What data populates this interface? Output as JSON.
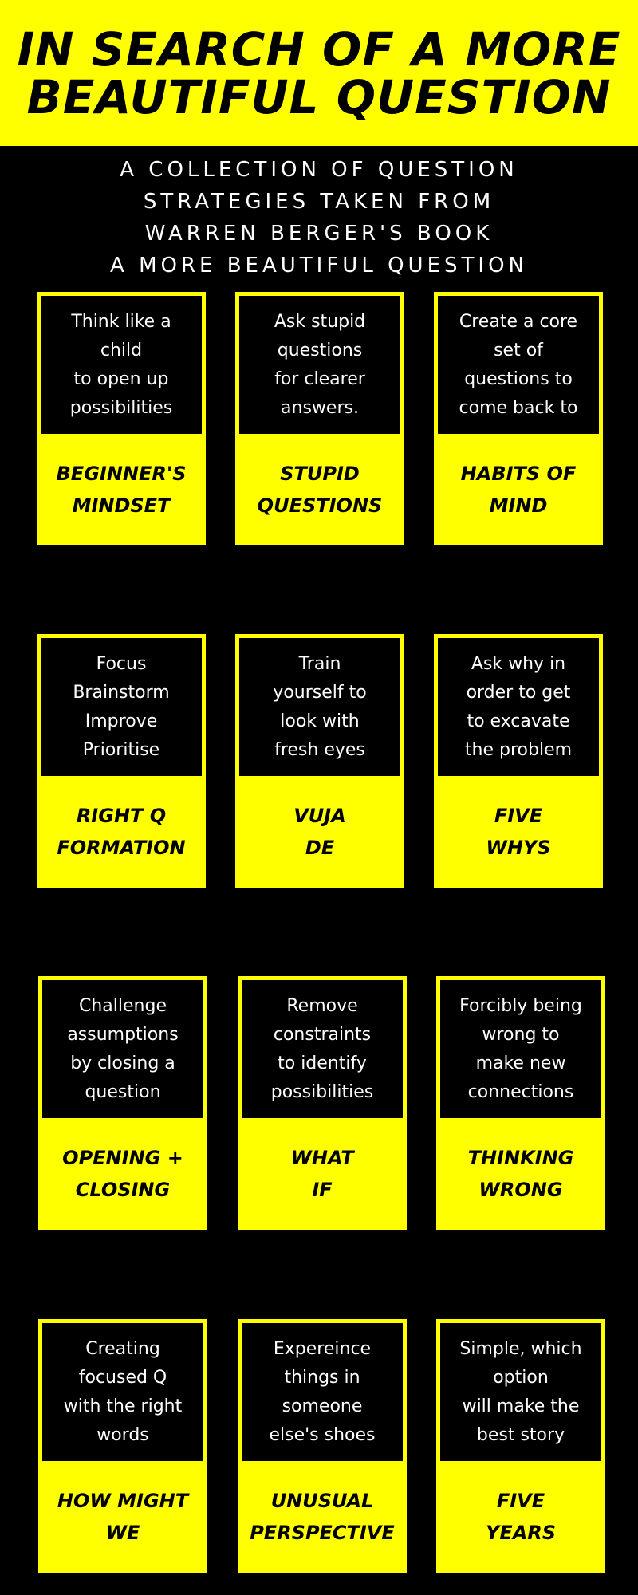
{
  "colors": {
    "accent": "#FFFF00",
    "background": "#000000",
    "text_light": "#FFFFFF"
  },
  "header": {
    "title_line1": "IN SEARCH OF A MORE",
    "title_line2": "BEAUTIFUL QUESTION"
  },
  "subtitle": {
    "line1": "A COLLECTION OF QUESTION",
    "line2": "STRATEGIES TAKEN FROM",
    "line3": "WARREN BERGER'S BOOK",
    "line4": "A MORE BEAUTIFUL QUESTION"
  },
  "cards": [
    {
      "desc": [
        "Think like a",
        "child",
        "to open up",
        "possibilities"
      ],
      "label": [
        "BEGINNER'S",
        "MINDSET"
      ]
    },
    {
      "desc": [
        "Ask stupid",
        "questions",
        "for clearer",
        "answers."
      ],
      "label": [
        "STUPID",
        "QUESTIONS"
      ]
    },
    {
      "desc": [
        "Create a core",
        "set of",
        "questions to",
        "come back to"
      ],
      "label": [
        "HABITS OF",
        "MIND"
      ]
    },
    {
      "desc": [
        "Focus",
        "Brainstorm",
        "Improve",
        "Prioritise"
      ],
      "label": [
        "RIGHT Q",
        "FORMATION"
      ]
    },
    {
      "desc": [
        "Train",
        "yourself to",
        "look with",
        "fresh eyes"
      ],
      "label": [
        "VUJA",
        "DE"
      ]
    },
    {
      "desc": [
        "Ask why in",
        "order to get",
        "to excavate",
        "the problem"
      ],
      "label": [
        "FIVE",
        "WHYS"
      ]
    },
    {
      "desc": [
        "Challenge",
        "assumptions",
        "by closing a",
        "question"
      ],
      "label": [
        "OPENING +",
        "CLOSING"
      ]
    },
    {
      "desc": [
        "Remove",
        "constraints",
        "to identify",
        "possibilities"
      ],
      "label": [
        "WHAT",
        "IF"
      ]
    },
    {
      "desc": [
        "Forcibly being",
        "wrong to",
        "make new",
        "connections"
      ],
      "label": [
        "THINKING",
        "WRONG"
      ]
    },
    {
      "desc": [
        "Creating",
        "focused Q",
        "with the right",
        "words"
      ],
      "label": [
        "HOW MIGHT",
        "WE"
      ]
    },
    {
      "desc": [
        "Expereince",
        "things in",
        "someone",
        "else's shoes"
      ],
      "label": [
        "UNUSUAL",
        "PERSPECTIVE"
      ]
    },
    {
      "desc": [
        "Simple, which",
        "option",
        "will make the",
        "best story"
      ],
      "label": [
        "FIVE",
        "YEARS"
      ]
    }
  ]
}
